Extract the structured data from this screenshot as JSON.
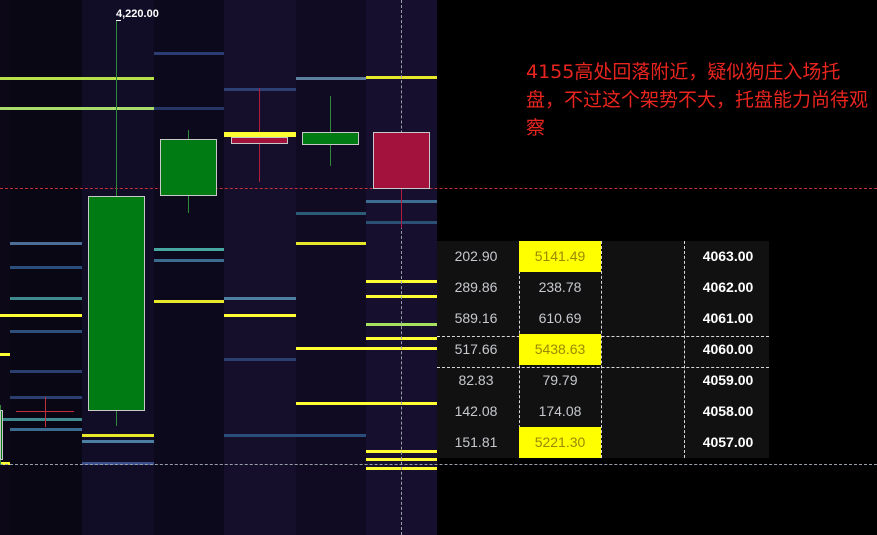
{
  "chart": {
    "high_marker": "4,220.00",
    "annotation": "4155高处回落附近，疑似狗庄入场托盘，不过这个架势不大，托盘能力尚待观察",
    "colors": {
      "up_candle": "#007a12",
      "down_candle": "#a3123c",
      "liquidity_strong": "#ffff33",
      "liquidity_medium": "#a8e060",
      "liquidity_weak": "#3b6b8f",
      "dashed_price_line": "#c0303d",
      "annotation_text": "#e8251e"
    }
  },
  "orderbook": {
    "rows": [
      {
        "left": "202.90",
        "mid": "5141.49",
        "price": "4063.00",
        "highlight": true
      },
      {
        "left": "289.86",
        "mid": "238.78",
        "price": "4062.00",
        "highlight": false
      },
      {
        "left": "589.16",
        "mid": "610.69",
        "price": "4061.00",
        "highlight": false
      },
      {
        "left": "517.66",
        "mid": "5438.63",
        "price": "4060.00",
        "highlight": true
      },
      {
        "left": "82.83",
        "mid": "79.79",
        "price": "4059.00",
        "highlight": false
      },
      {
        "left": "142.08",
        "mid": "174.08",
        "price": "4058.00",
        "highlight": false
      },
      {
        "left": "151.81",
        "mid": "5221.30",
        "price": "4057.00",
        "highlight": true
      }
    ]
  }
}
